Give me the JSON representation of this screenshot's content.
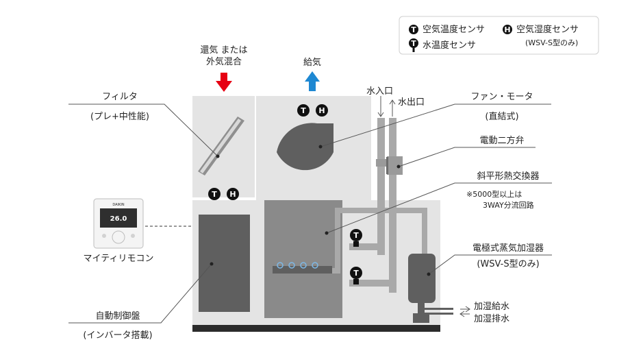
{
  "legend": {
    "air_temp_sensor": "空気温度センサ",
    "air_humidity_sensor": "空気湿度センサ",
    "humidity_note": "(WSV-S型のみ)",
    "water_temp_sensor": "水温度センサ"
  },
  "icons": {
    "t": "T",
    "h": "H"
  },
  "air": {
    "return_line1": "還気 または",
    "return_line2": "外気混合",
    "supply": "給気"
  },
  "labels": {
    "filter": "フィルタ",
    "filter_sub": "(プレ+中性能)",
    "fan": "ファン・モータ",
    "fan_sub": "(直結式)",
    "valve": "電動二方弁",
    "hex": "斜平形熱交換器",
    "hex_note1": "※5000型以上は",
    "hex_note2": "3WAY分流回路",
    "humidifier": "電極式蒸気加湿器",
    "humidifier_sub": "(WSV-S型のみ)",
    "remote": "マイティリモコン",
    "panel": "自動制御盤",
    "panel_sub": "(インバータ搭載)"
  },
  "water": {
    "inlet": "水入口",
    "outlet": "水出口",
    "humid_supply": "加湿給水",
    "humid_drain": "加湿排水"
  },
  "remote_display": {
    "brand": "DAIKIN",
    "value": "26.0"
  },
  "colors": {
    "housing": "#e4e4e4",
    "component": "#5f5f5f",
    "pipe": "#a9a9a9",
    "arrow_return": "#e60012",
    "arrow_supply": "#1e88d2",
    "base": "#2b2b2b"
  }
}
